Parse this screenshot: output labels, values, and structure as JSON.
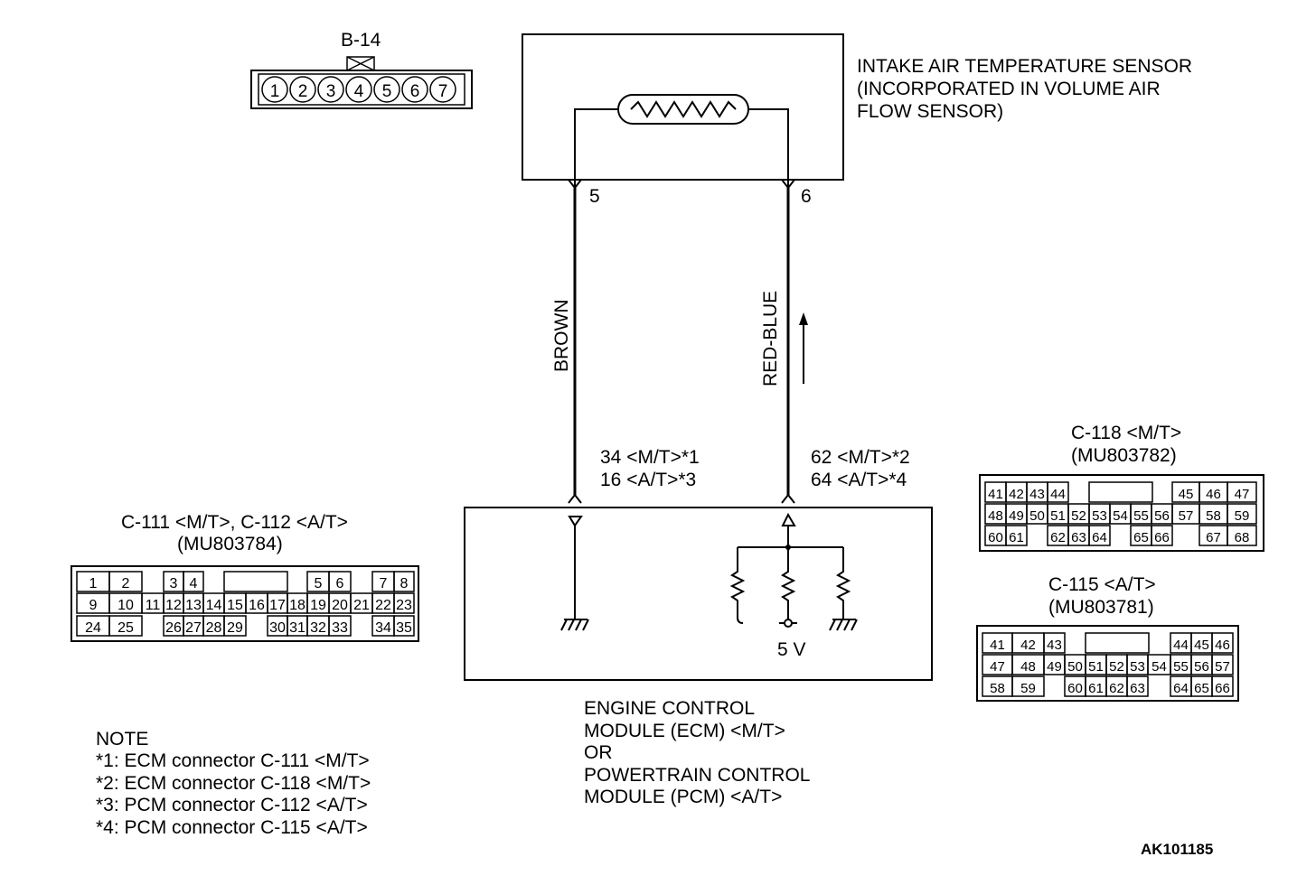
{
  "b14": {
    "title": "B-14",
    "pins": [
      "1",
      "2",
      "3",
      "4",
      "5",
      "6",
      "7"
    ]
  },
  "sensor": {
    "label_lines": [
      "INTAKE AIR TEMPERATURE SENSOR",
      "(INCORPORATED IN VOLUME AIR",
      "FLOW SENSOR)"
    ],
    "pin_left": "5",
    "pin_right": "6"
  },
  "wires": {
    "left_color": "BROWN",
    "right_color": "RED-BLUE",
    "left_terminals": [
      "34 <M/T>*1",
      "16 <A/T>*3"
    ],
    "right_terminals": [
      "62 <M/T>*2",
      "64 <A/T>*4"
    ]
  },
  "ecm": {
    "supply": "5 V",
    "label_lines": [
      "ENGINE CONTROL",
      "MODULE (ECM) <M/T>",
      "OR",
      "POWERTRAIN CONTROL",
      "MODULE (PCM) <A/T>"
    ]
  },
  "c111": {
    "title": "C-111 <M/T>, C-112 <A/T>",
    "part": "(MU803784)",
    "rows": [
      [
        "1",
        "2",
        "3",
        "4",
        "5",
        "6",
        "7",
        "8"
      ],
      [
        "9",
        "10",
        "11",
        "12",
        "13",
        "14",
        "15",
        "16",
        "17",
        "18",
        "19",
        "20",
        "21",
        "22",
        "23"
      ],
      [
        "24",
        "25",
        "26",
        "27",
        "28",
        "29",
        "30",
        "31",
        "32",
        "33",
        "34",
        "35"
      ]
    ]
  },
  "c118": {
    "title": "C-118 <M/T>",
    "part": "(MU803782)",
    "rows": [
      [
        "41",
        "42",
        "43",
        "44",
        "45",
        "46",
        "47"
      ],
      [
        "48",
        "49",
        "50",
        "51",
        "52",
        "53",
        "54",
        "55",
        "56",
        "57",
        "58",
        "59"
      ],
      [
        "60",
        "61",
        "62",
        "63",
        "64",
        "65",
        "66",
        "67",
        "68"
      ]
    ]
  },
  "c115": {
    "title": "C-115 <A/T>",
    "part": "(MU803781)",
    "rows": [
      [
        "41",
        "42",
        "43",
        "44",
        "45",
        "46"
      ],
      [
        "47",
        "48",
        "49",
        "50",
        "51",
        "52",
        "53",
        "54",
        "55",
        "56",
        "57"
      ],
      [
        "58",
        "59",
        "60",
        "61",
        "62",
        "63",
        "64",
        "65",
        "66"
      ]
    ]
  },
  "note": {
    "title": "NOTE",
    "lines": [
      "*1: ECM connector C-111 <M/T>",
      "*2: ECM connector C-118 <M/T>",
      "*3: PCM connector C-112 <A/T>",
      "*4: PCM connector C-115 <A/T>"
    ]
  },
  "figure_id": "AK101185"
}
